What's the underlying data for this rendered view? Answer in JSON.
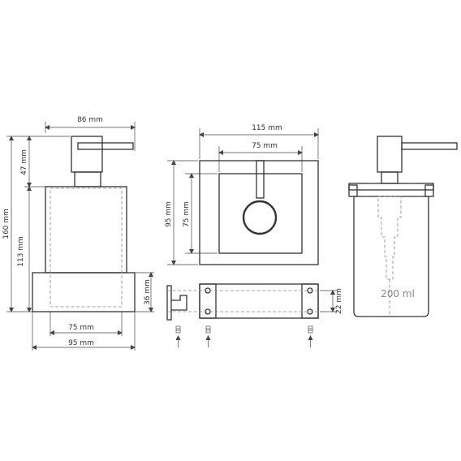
{
  "dimensions": {
    "front_width_top": "86 mm",
    "front_height_pump": "47 mm",
    "front_height_total": "160 mm",
    "front_height_body": "113 mm",
    "front_height_base": "36 mm",
    "front_width_inner": "75 mm",
    "front_width_base": "95 mm",
    "plate_width_outer": "115 mm",
    "plate_width_inner": "75 mm",
    "plate_height_outer": "95 mm",
    "plate_height_inner": "75 mm",
    "bracket_height": "22 mm"
  },
  "labels": {
    "bottle_capacity": "200 ml"
  },
  "colors": {
    "line": "#333333",
    "hidden_line": "#888888"
  }
}
